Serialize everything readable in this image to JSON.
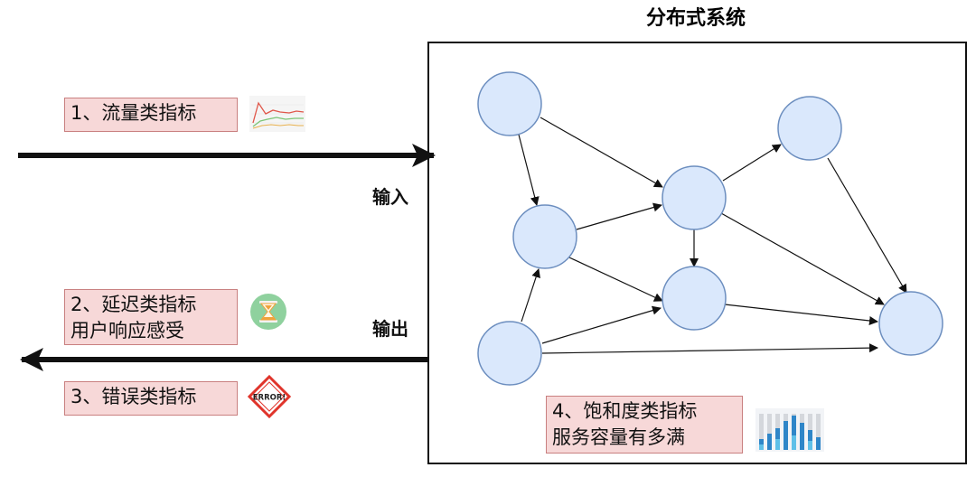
{
  "title": "分布式系统",
  "io": {
    "input": "输入",
    "output": "输出"
  },
  "labels": {
    "traffic": {
      "line1": "1、流量类指标"
    },
    "latency": {
      "line1": "2、延迟类指标",
      "line2": "用户响应感受"
    },
    "errors": {
      "line1": "3、错误类指标"
    },
    "saturation": {
      "line1": "4、饱和度类指标",
      "line2": "服务容量有多满"
    }
  },
  "icons": {
    "traffic": "line-chart-icon",
    "latency": "hourglass-icon",
    "errors": "error-sign-icon",
    "saturation": "bar-chart-icon"
  },
  "error_icon_text": "ERROR!",
  "colors": {
    "node_fill": "#dae8fc",
    "node_stroke": "#6c8ebf",
    "label_fill": "#f7d8d8",
    "label_stroke": "#c98080",
    "hourglass_bg": "#8fd19e",
    "error_red": "#e0342b",
    "bar_blue": "#2f86c8"
  }
}
